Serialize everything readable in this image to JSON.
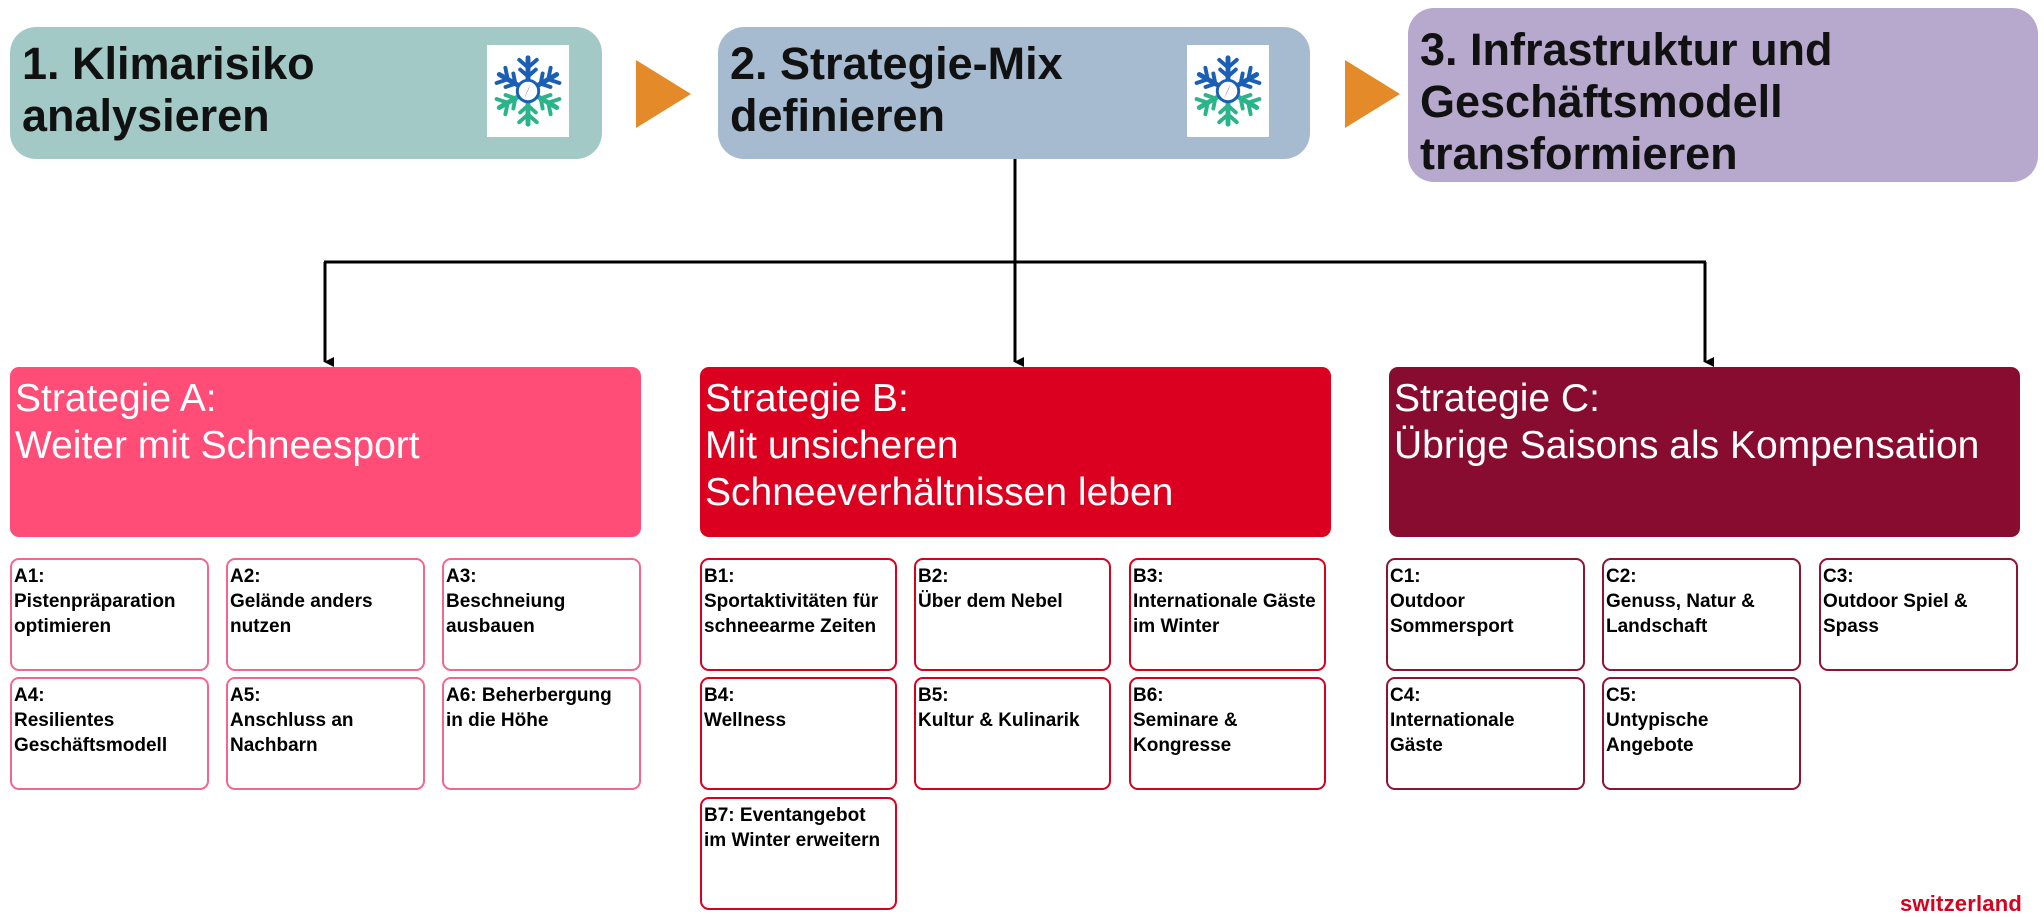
{
  "steps": [
    {
      "label": "1. Klimarisiko\nanalysieren",
      "color": "#a3c9c6"
    },
    {
      "label": "2. Strategie-Mix\ndefinieren",
      "color": "#a6bad0"
    },
    {
      "label": "3. Infrastruktur und\nGeschäftsmodell\ntransformieren",
      "color": "#b7a8cd"
    }
  ],
  "step_icon": "snowflake-compass-icon",
  "arrow_color": "#e48a29",
  "strategies": [
    {
      "title_line1": "Strategie A:",
      "title_line2": "Weiter mit Schneesport",
      "title_line3": "",
      "color": "#ff4d78"
    },
    {
      "title_line1": "Strategie B:",
      "title_line2": "Mit unsicheren",
      "title_line3": "Schneeverhältnissen leben",
      "color": "#db0020"
    },
    {
      "title_line1": "Strategie C:",
      "title_line2": "Übrige Saisons als Kompensation",
      "title_line3": "",
      "color": "#880c30"
    }
  ],
  "measures": {
    "a": [
      "A1:\nPistenpräparation\noptimieren",
      "A2:\nGelände anders\nnutzen",
      "A3:\nBeschneiung\nausbauen",
      "A4:\nResilientes\nGeschäftsmodell",
      "A5:\nAnschluss an\nNachbarn",
      "A6: Beherbergung\nin die Höhe"
    ],
    "b": [
      "B1:\nSportaktivitäten für\nschneearme Zeiten",
      "B2:\nÜber dem Nebel",
      "B3:\nInternationale Gäste\nim Winter",
      "B4:\nWellness",
      "B5:\nKultur & Kulinarik",
      "B6:\nSeminare &\nKongresse",
      "B7: Eventangebot\nim Winter erweitern"
    ],
    "c": [
      "C1:\nOutdoor\nSommersport",
      "C2:\nGenuss, Natur &\nLandschaft",
      "C3:\nOutdoor Spiel &\nSpass",
      "C4:\nInternationale\nGäste",
      "C5:\nUntypische\nAngebote"
    ]
  },
  "brand": "switzerland"
}
